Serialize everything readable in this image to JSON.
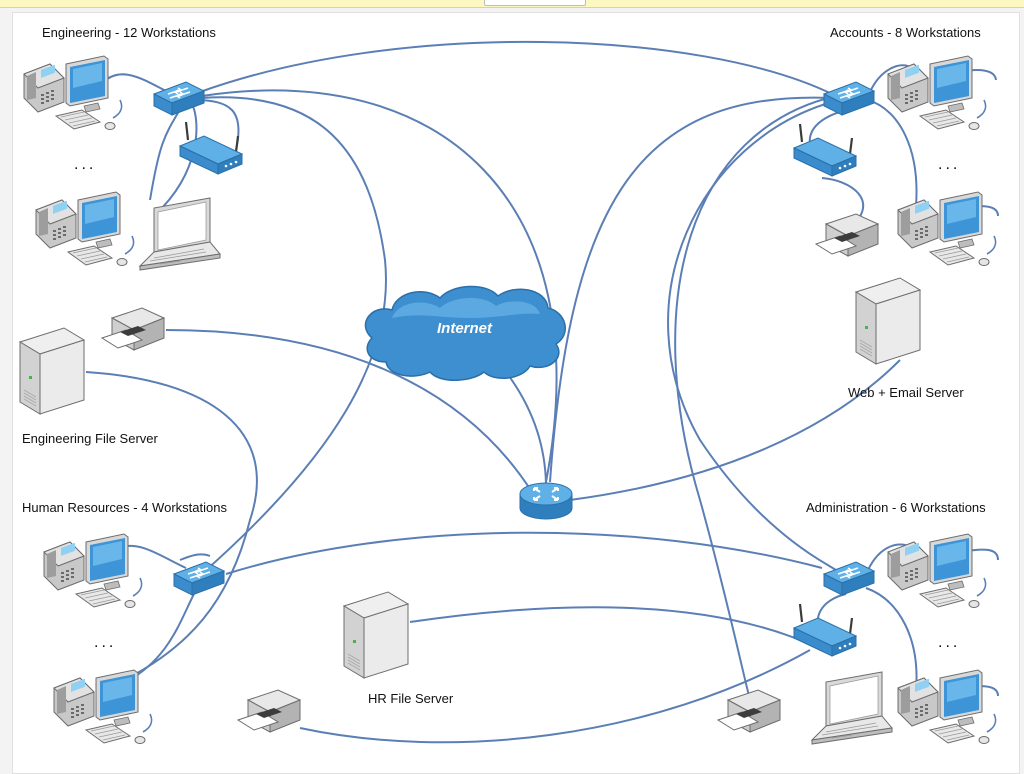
{
  "groups": {
    "engineering": "Engineering - 12 Workstations",
    "accounts": "Accounts - 8 Workstations",
    "human_resources": "Human Resources - 4 Workstations",
    "administration": "Administration - 6 Workstations"
  },
  "servers": {
    "engineering_file_server": "Engineering File Server",
    "web_email_server": "Web + Email Server",
    "hr_file_server": "HR File Server"
  },
  "cloud": {
    "label": "Internet"
  },
  "ellipsis": "...",
  "colors": {
    "link": "#5b7fb5",
    "device_blue": "#4a9ed8",
    "device_dark": "#2f7fbf",
    "cloud_fill": "#3d8fd0",
    "gray_light": "#f0f0f0",
    "gray_mid": "#c9c9c9",
    "gray_dark": "#8f8f8f"
  }
}
